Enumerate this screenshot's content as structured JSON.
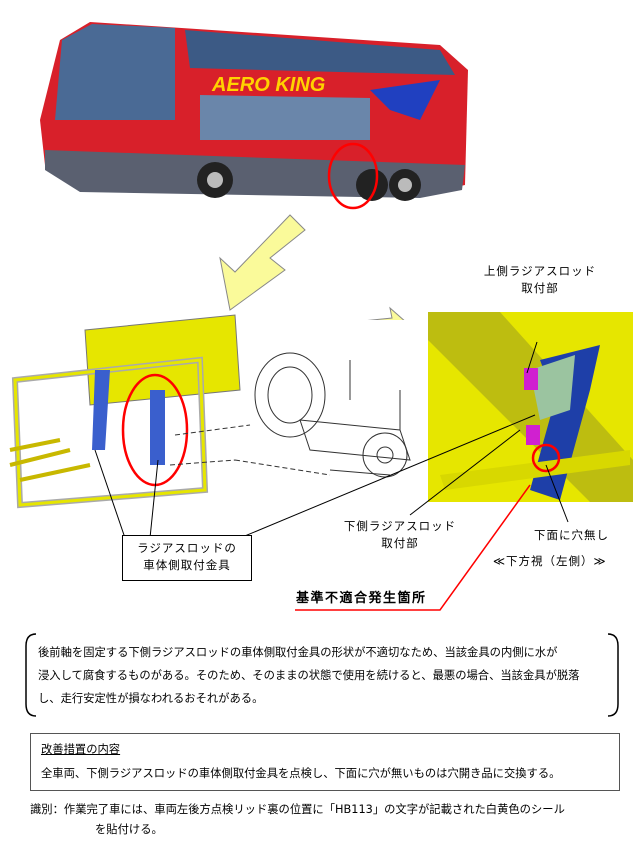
{
  "bus": {
    "brand_text": "AERO KING"
  },
  "labels": {
    "upper_rod_mount": [
      "上側ラジアスロッド",
      "取付部"
    ],
    "lower_rod_mount": [
      "下側ラジアスロッド",
      "取付部"
    ],
    "no_hole": "下面に穴無し",
    "view_caption": "≪下方視（左側）≫",
    "fitting_box": [
      "ラジアスロッドの",
      "車体側取付金具"
    ],
    "nonconformity_location": "基準不適合発生箇所"
  },
  "description": {
    "lines": [
      "後前軸を固定する下側ラジアスロッドの車体側取付金具の形状が不適切なため、当該金具の内側に水が",
      "浸入して腐食するものがある。そのため、そのままの状態で使用を続けると、最悪の場合、当該金具が脱落",
      "し、走行安定性が損なわれるおそれがある。"
    ]
  },
  "measures": {
    "title": "改善措置の内容",
    "body": "全車両、下側ラジアスロッドの車体側取付金具を点検し、下面に穴が無いものは穴開き品に交換する。"
  },
  "identification": {
    "line1": "識別：作業完了車には、車両左後方点検リッド裏の位置に「HB113」の文字が記載された白黄色のシール",
    "line2": "を貼付ける。"
  },
  "colors": {
    "bus_red": "#d8202a",
    "frame_yellow": "#e6e600",
    "highlight_red": "#ff0000",
    "arrow_yellow": "#fafa9a"
  }
}
